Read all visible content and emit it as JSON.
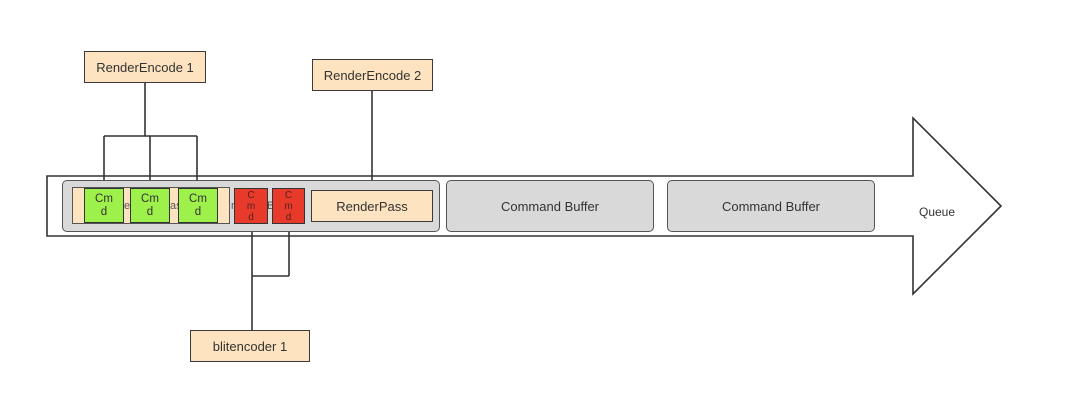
{
  "labels": {
    "render_encode_1": "RenderEncode 1",
    "render_encode_2": "RenderEncode 2",
    "blit_encoder_1": "blitencoder 1",
    "render_pass": "RenderPass",
    "command_buffer_a": "Command Buffer",
    "command_buffer_b": "Command Buffer",
    "queue": "Queue"
  },
  "cmds": {
    "green_1": "Cmd",
    "green_2": "Cmd",
    "green_3": "Cmd",
    "red_1": "Cmd",
    "red_2": "Cmd"
  },
  "partial_text": {
    "e1": "e",
    "as": "as",
    "n": "n",
    "b": "B"
  },
  "colors": {
    "label_fill": "#fde3bf",
    "buffer_fill": "#d9d9d9",
    "cmd_green": "#9ef04a",
    "cmd_red": "#e83a2a"
  }
}
